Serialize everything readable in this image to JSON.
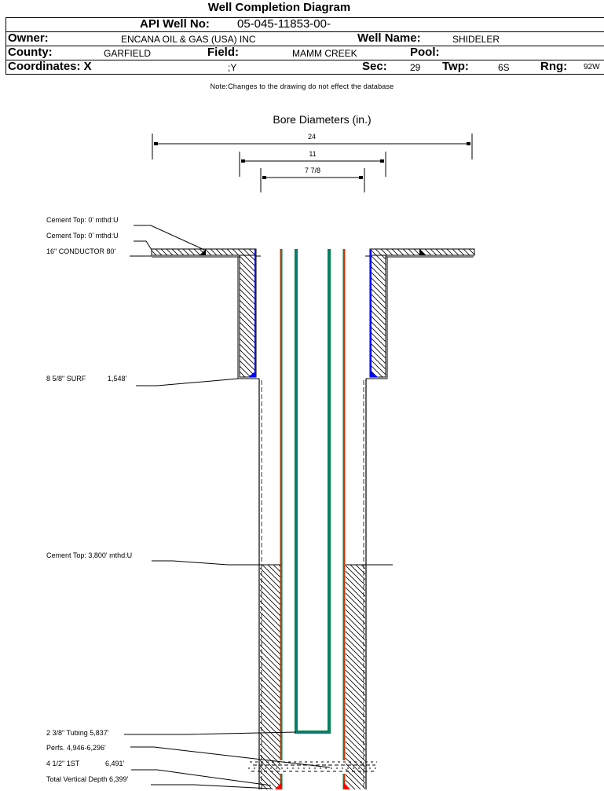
{
  "title": "Well Completion Diagram",
  "header": {
    "api_label": "API Well No:",
    "api_value": "05-045-11853-00-",
    "owner_label": "Owner:",
    "owner_value": "ENCANA OIL & GAS (USA) INC",
    "well_name_label": "Well Name:",
    "well_name_value": "SHIDELER",
    "county_label": "County:",
    "county_value": "GARFIELD",
    "field_label": "Field:",
    "field_value": "MAMM CREEK",
    "pool_label": "Pool:",
    "pool_value": "",
    "coords_label": "Coordinates: X",
    "coords_y": ";Y",
    "sec_label": "Sec:",
    "sec_value": "29",
    "twp_label": "Twp:",
    "twp_value": "6S",
    "rng_label": "Rng:",
    "rng_value": "92W"
  },
  "note": "Note:Changes to the drawing do not effect the database",
  "diagram": {
    "bore_title": "Bore Diameters (in.)",
    "bore_diameters": [
      "24",
      "11",
      "7 7/8"
    ],
    "labels": {
      "cement_top_1": "Cement Top: 0' mthd:U",
      "cement_top_2": "Cement Top: 0' mthd:U",
      "conductor": "16\" CONDUCTOR  80'",
      "surf_name": "8 5/8\" SURF",
      "surf_depth": "1,548'",
      "cement_top_3": "Cement Top: 3,800' mthd:U",
      "tubing": "2 3/8\" Tubing 5,837'",
      "perfs": "Perfs. 4,946-6,296'",
      "first_string_name": "4 1/2\" 1ST",
      "first_string_depth": "6,491'",
      "tvd": "Total Vertical Depth 6,399'"
    },
    "colors": {
      "production_casing": "#ff2200",
      "tubing": "#008040",
      "tubing_fill": "#0c7a8a",
      "cement_shoe_surface": "#0000ff",
      "cement_shoe_production": "#ff0000",
      "hatch": "#000000"
    }
  }
}
